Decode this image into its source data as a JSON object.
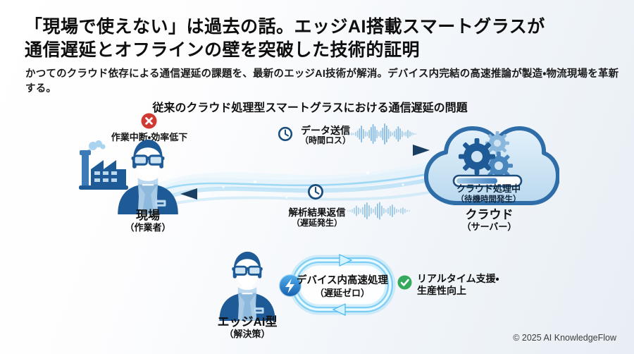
{
  "header": {
    "title_line1": "「現場で使えない」は過去の話。エッジAI搭載スマートグラスが",
    "title_line2": "通信遅延とオフラインの壁を突破した技術的証明",
    "subtitle": "かつてのクラウド依存による通信遅延の課題を、最新のエッジAI技術が解消。デバイス内完結の高速推論が製造・物流現場を革新する。"
  },
  "problem": {
    "section_title": "従来のクラウド処理型スマートグラスにおける通信遅延の問題",
    "warning_label": "作業中断・効率低下",
    "site_label": "現場",
    "site_sublabel": "（作業者）",
    "send_label": "データ送信",
    "send_sublabel": "（時間ロス）",
    "return_label": "解析結果返信",
    "return_sublabel": "（遅延発生）",
    "cloud_status": "クラウド処理中",
    "cloud_status_sub": "（待機時間発生）",
    "cloud_label": "クラウド",
    "cloud_sublabel": "（サーバー）"
  },
  "solution": {
    "edge_label": "エッジAI型",
    "edge_sublabel": "（解決策）",
    "process_label": "デバイス内高速処理",
    "process_sublabel": "（遅延ゼロ）",
    "benefit_line1": "リアルタイム支援・",
    "benefit_line2": "生産性向上"
  },
  "footer": {
    "copyright": "© 2025 AI KnowledgeFlow"
  },
  "colors": {
    "navy": "#1e5a96",
    "mid_blue": "#4a86be",
    "light_blue": "#8db9dd",
    "pale_blue": "#cfe4f3",
    "cloud_border": "#2e6da8",
    "alert_red": "#cf3a32",
    "success_green": "#35a95c",
    "glow_cyan": "#46b7ee",
    "text": "#111111"
  },
  "icons": {
    "error": "error-x-icon",
    "factory": "factory-icon",
    "worker": "smart-glasses-worker-icon",
    "clock": "clock-icon",
    "waveform": "audio-waveform-icon",
    "cloud": "cloud-server-icon",
    "gears": "gears-icon",
    "progress": "progress-bar",
    "loop": "loop-arrows-icon",
    "lightning": "lightning-icon",
    "check": "check-icon"
  }
}
